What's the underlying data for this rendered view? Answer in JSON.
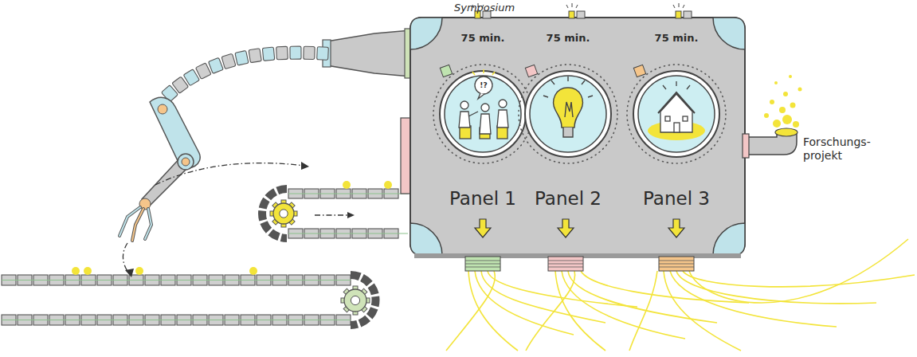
{
  "diagram": {
    "nodes": [
      {
        "text": [
          "75 min.",
          "Panel 1"
        ]
      },
      {
        "text": [
          "75 min.",
          "Panel 2"
        ]
      },
      {
        "text": [
          "75 min.",
          "Panel 3"
        ]
      }
    ],
    "labels": [
      "Symposium",
      "Forschungs- projekt",
      "!?"
    ]
  }
}
